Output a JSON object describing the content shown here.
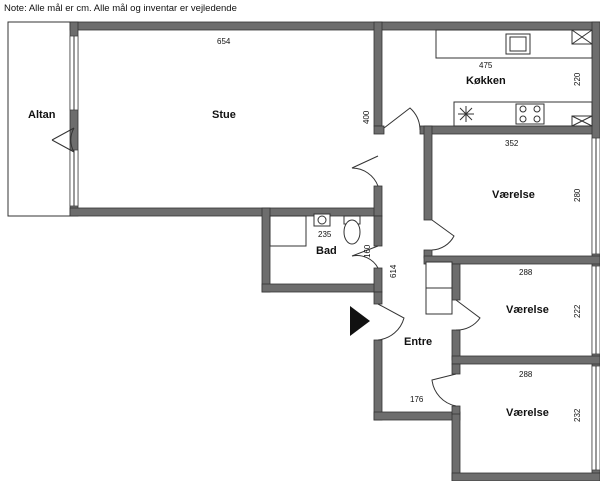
{
  "note": "Note: Alle mål er cm. Alle mål og inventar er vejledende",
  "rooms": {
    "altan": "Altan",
    "stue": "Stue",
    "kokken": "Køkken",
    "vaerelse_1": "Værelse",
    "vaerelse_2": "Værelse",
    "vaerelse_3": "Værelse",
    "bad": "Bad",
    "entre": "Entre"
  },
  "dimensions": {
    "stue_width": "654",
    "stue_depth": "400",
    "kokken_width": "475",
    "kokken_depth": "220",
    "vaerelse_1_width": "352",
    "vaerelse_1_depth": "280",
    "vaerelse_2_width": "288",
    "vaerelse_2_depth": "222",
    "vaerelse_3_width": "288",
    "vaerelse_3_depth": "232",
    "bad_width": "235",
    "bad_depth": "160",
    "entre_depth": "614",
    "entre_width": "176"
  }
}
